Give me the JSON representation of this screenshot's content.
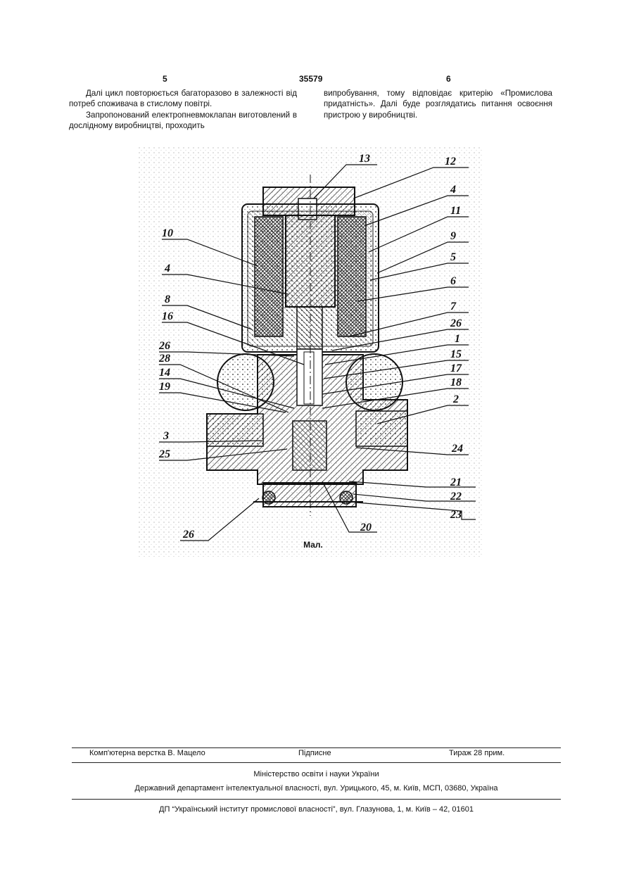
{
  "header": {
    "page_left": "5",
    "patent_no": "35579",
    "page_right": "6"
  },
  "left_column": {
    "p1": "Далі цикл повторюється багаторазово в залежності від потреб споживача в стислому повітрі.",
    "p2": "Запропонований електропневмоклапан виготовлений в дослідному виробництві, проходить"
  },
  "right_column": {
    "p1": "випробування, тому відповідає критерію «Промислова придатність». Далі буде розглядатись питання освоєння пристрою у виробництві."
  },
  "figure": {
    "caption": "Мал.",
    "labels_left": [
      "10",
      "4",
      "8",
      "16",
      "26",
      "28",
      "14",
      "19",
      "3",
      "25",
      "26"
    ],
    "labels_right": [
      "13",
      "12",
      "4",
      "11",
      "9",
      "5",
      "6",
      "7",
      "26",
      "1",
      "15",
      "17",
      "18",
      "2",
      "24",
      "21",
      "22",
      "23",
      "20"
    ]
  },
  "footer": {
    "layout": "Комп'ютерна верстка В. Мацело",
    "signed": "Підписне",
    "circulation": "Тираж 28 прим.",
    "ministry": "Міністерство освіти і науки України",
    "department": "Державний департамент інтелектуальної власності, вул. Урицького, 45, м. Київ, МСП, 03680, Україна",
    "institute": "ДП “Український інститут промислової власності”, вул. Глазунова, 1, м. Київ – 42, 01601"
  }
}
